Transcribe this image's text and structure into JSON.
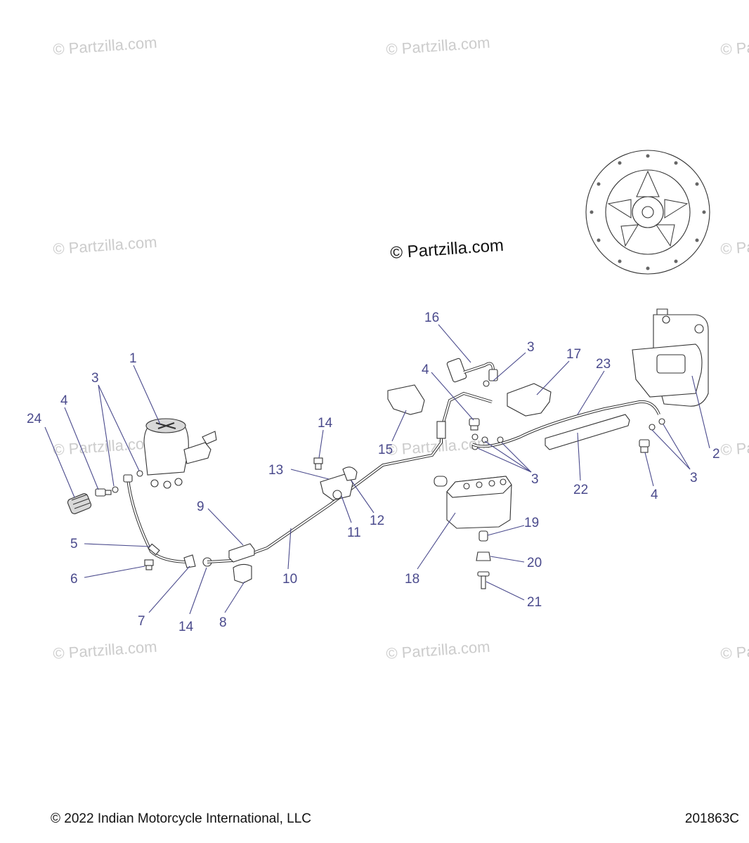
{
  "watermarks": {
    "small": "© Partzilla.com",
    "large": "© Partzilla.com"
  },
  "callouts": {
    "c1": "1",
    "c2": "2",
    "c3a": "3",
    "c3b": "3",
    "c3c": "3",
    "c3d": "3",
    "c4a": "4",
    "c4b": "4",
    "c4c": "4",
    "c5": "5",
    "c6": "6",
    "c7": "7",
    "c8": "8",
    "c9": "9",
    "c10": "10",
    "c11": "11",
    "c12": "12",
    "c13": "13",
    "c14a": "14",
    "c14b": "14",
    "c15": "15",
    "c16": "16",
    "c17": "17",
    "c18": "18",
    "c19": "19",
    "c20": "20",
    "c21": "21",
    "c22": "22",
    "c23": "23",
    "c24": "24"
  },
  "footer": {
    "copyright": "© 2022 Indian Motorcycle International, LLC",
    "part_number": "201863C"
  },
  "colors": {
    "callout": "#4a4a8c",
    "watermark": "#cfcfcf",
    "line": "#333333"
  }
}
